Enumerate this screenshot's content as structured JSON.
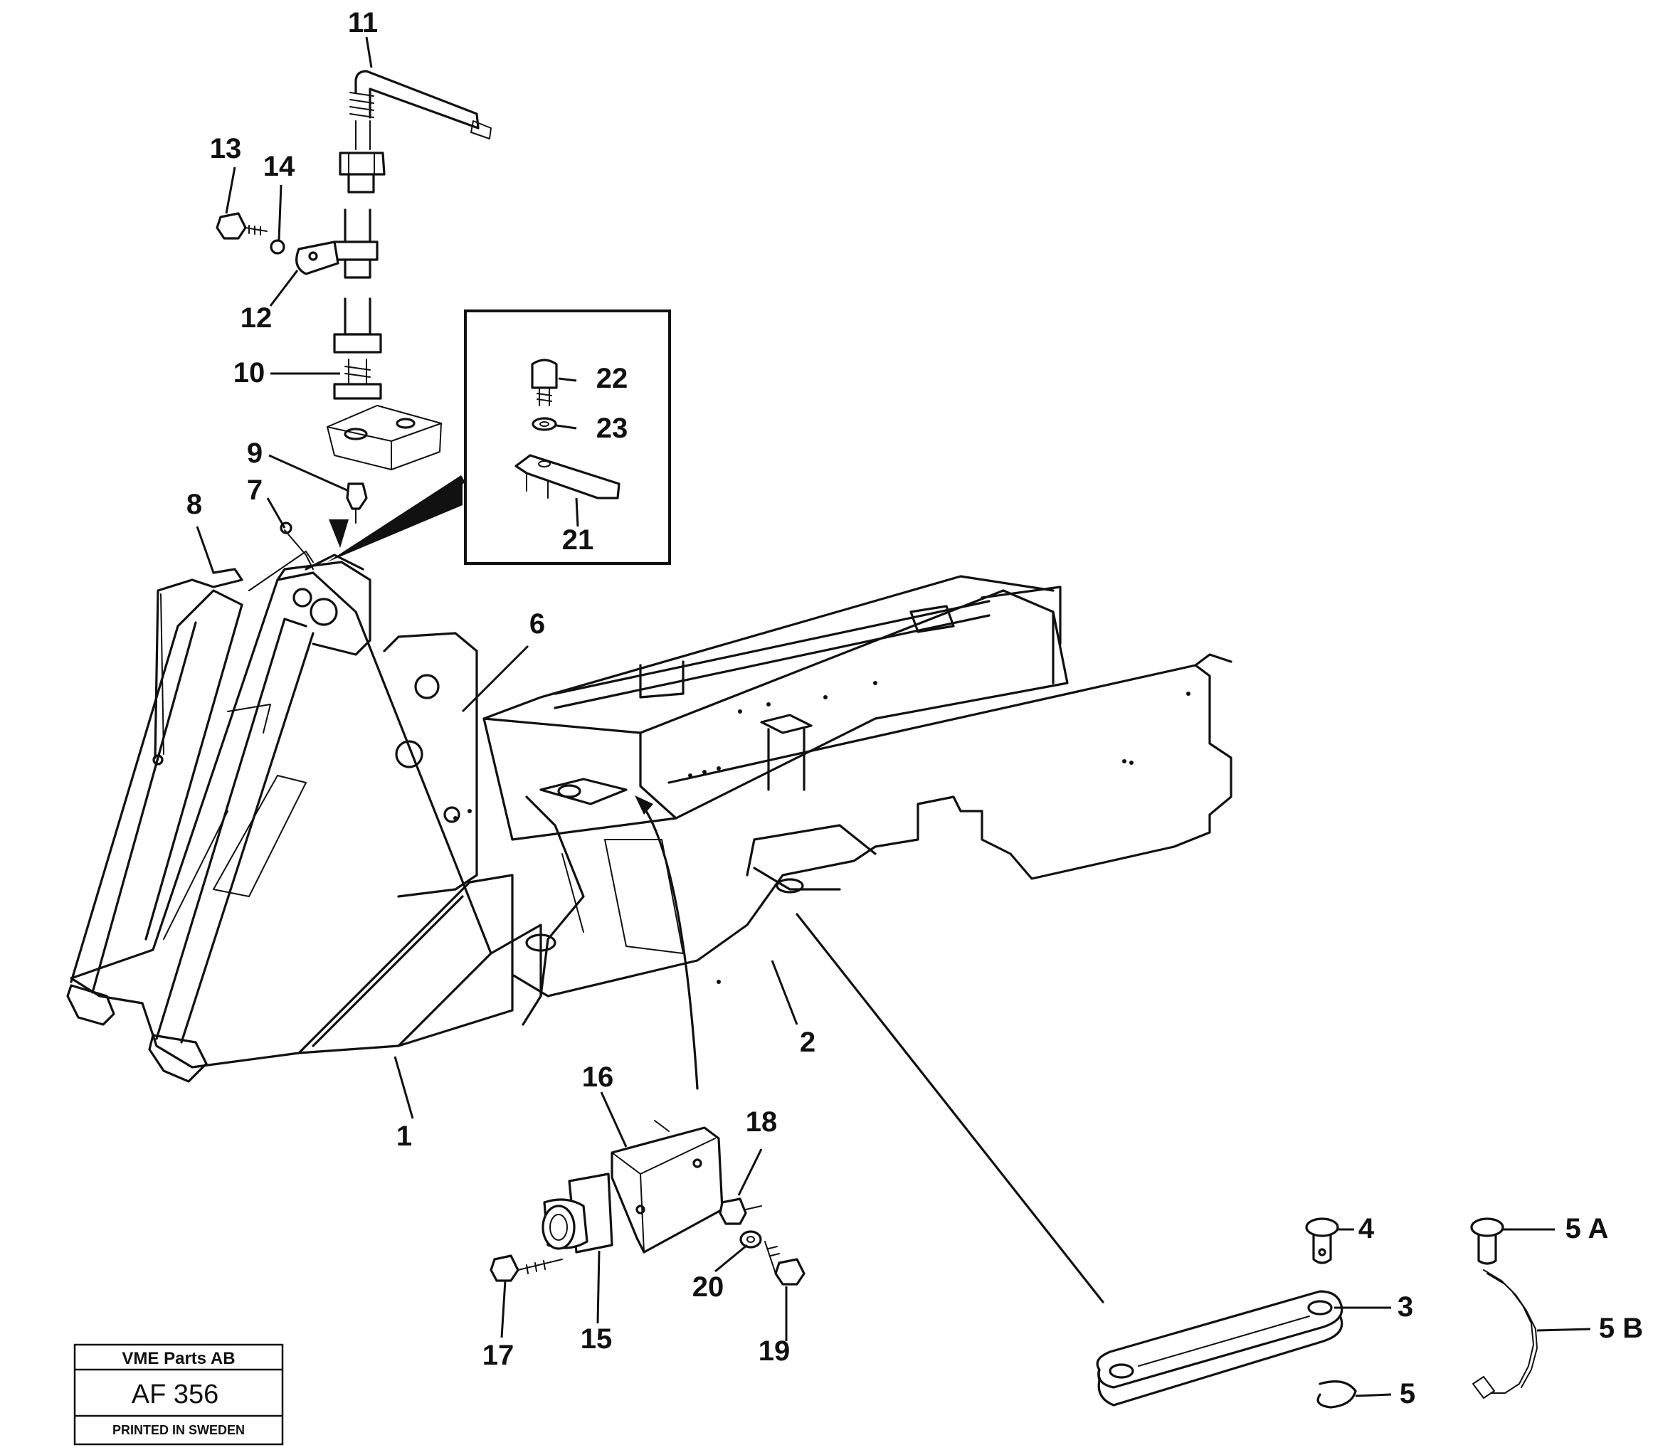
{
  "callouts": {
    "c1": "1",
    "c2": "2",
    "c3": "3",
    "c4": "4",
    "c5": "5",
    "c5a": "5 A",
    "c5b": "5 B",
    "c6": "6",
    "c7": "7",
    "c8": "8",
    "c9": "9",
    "c10": "10",
    "c11": "11",
    "c12": "12",
    "c13": "13",
    "c14": "14",
    "c15": "15",
    "c16": "16",
    "c17": "17",
    "c18": "18",
    "c19": "19",
    "c20": "20",
    "c21": "21",
    "c22": "22",
    "c23": "23"
  },
  "title_block": {
    "company": "VME Parts AB",
    "code": "AF 356",
    "footer": "PRINTED IN SWEDEN"
  }
}
